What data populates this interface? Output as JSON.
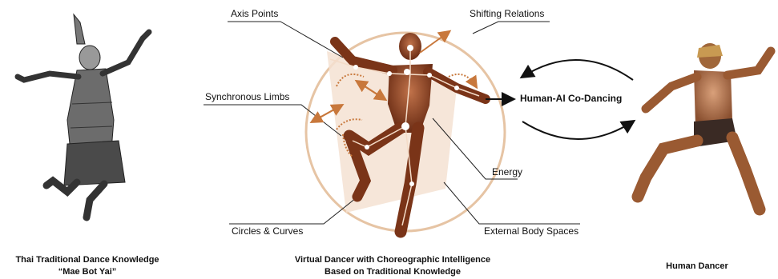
{
  "labels": {
    "axis_points": "Axis Points",
    "shifting_relations": "Shifting Relations",
    "synchronous_limbs": "Synchronous Limbs",
    "energy": "Energy",
    "circles_curves": "Circles & Curves",
    "external_body_spaces": "External Body Spaces",
    "co_dancing": "Human-AI Co-Dancing"
  },
  "captions": {
    "left": [
      "Thai Traditional Dance Knowledge",
      "“Mae Bot Yai”"
    ],
    "center": [
      "Virtual Dancer with Choreographic Intelligence",
      "Based on Traditional Knowledge"
    ],
    "right": [
      "Human Dancer"
    ]
  },
  "colors": {
    "accent": "#c8783c",
    "virtual_body": "#8a3f22",
    "highlight": "#f4dcc8",
    "line": "#222222"
  },
  "icons": [
    "thai-dancer-figure",
    "virtual-dancer-figure",
    "human-dancer-figure",
    "loop-arrows-icon"
  ]
}
